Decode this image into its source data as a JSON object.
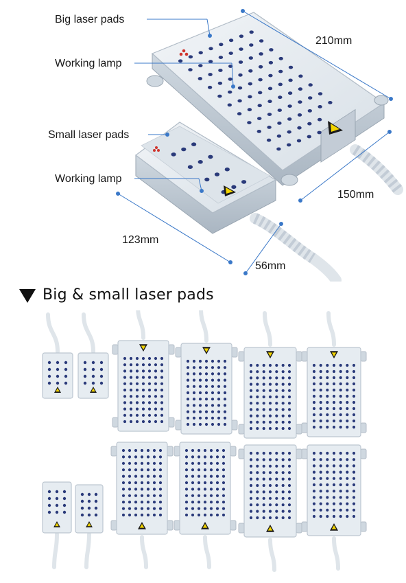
{
  "annotations": {
    "big_pads": "Big laser pads",
    "working_lamp_top": "Working lamp",
    "small_pads": "Small laser pads",
    "working_lamp_bottom": "Working lamp",
    "dim_210": "210mm",
    "dim_150": "150mm",
    "dim_123": "123mm",
    "dim_56": "56mm"
  },
  "heading": "Big & small laser pads",
  "colors": {
    "pad_body": "#e4eaf0",
    "pad_edge": "#bcc6d0",
    "hole": "#2a3a7a",
    "dimension_line": "#3a78c8",
    "warning_triangle": "#f2d400"
  }
}
